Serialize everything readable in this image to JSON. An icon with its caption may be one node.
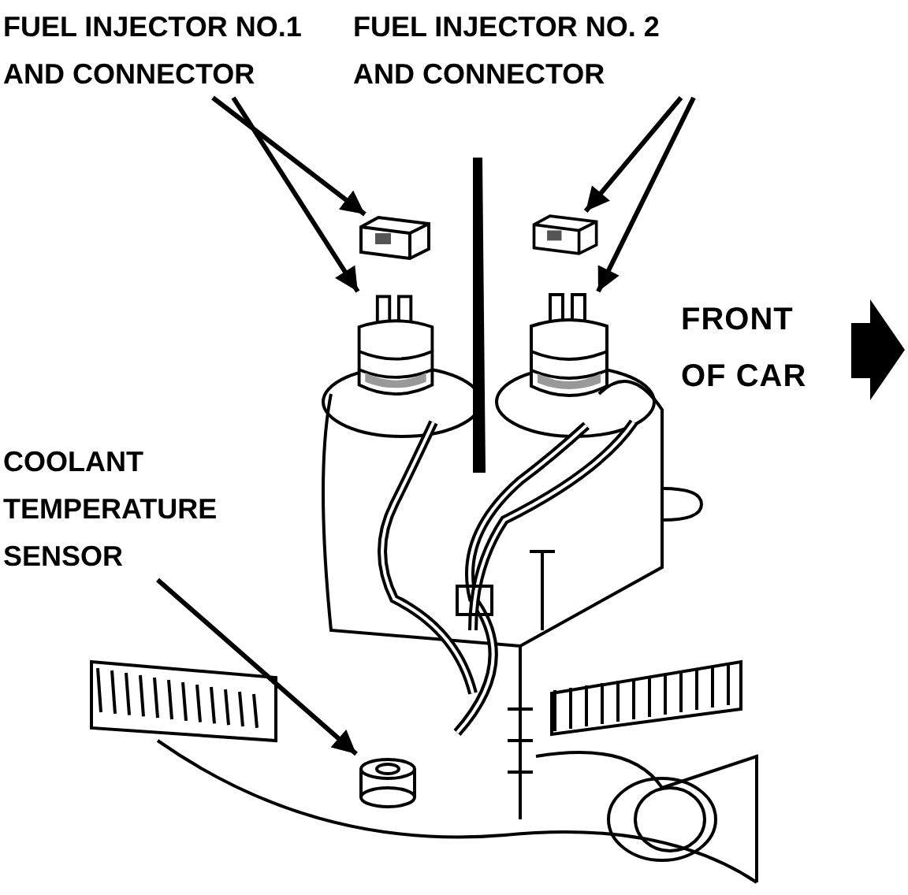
{
  "diagram": {
    "nodes": [
      {
        "text": [
          "FUEL INJECTOR NO.1 AND CONNECTOR"
        ]
      },
      {
        "text": [
          "FUEL INJECTOR NO. 2 AND CONNECTOR"
        ]
      },
      {
        "text": [
          "COOLANT TEMPERATURE SENSOR"
        ]
      },
      {
        "text": [],
        "shape": "picture"
      },
      {
        "text": [],
        "shape": "picture"
      },
      {
        "text": [],
        "shape": "picture"
      },
      {
        "text": [],
        "shape": "picture"
      },
      {
        "text": [],
        "shape": "picture"
      }
    ],
    "edges": [
      {
        "from": 0,
        "to": 3,
        "arrow": "to"
      },
      {
        "from": 0,
        "to": 4,
        "arrow": "to"
      },
      {
        "from": 1,
        "to": 5,
        "arrow": "to"
      },
      {
        "from": 1,
        "to": 6,
        "arrow": "to"
      },
      {
        "from": 2,
        "to": 7,
        "arrow": "to"
      }
    ],
    "labels": [
      "FRONT OF CAR"
    ]
  }
}
